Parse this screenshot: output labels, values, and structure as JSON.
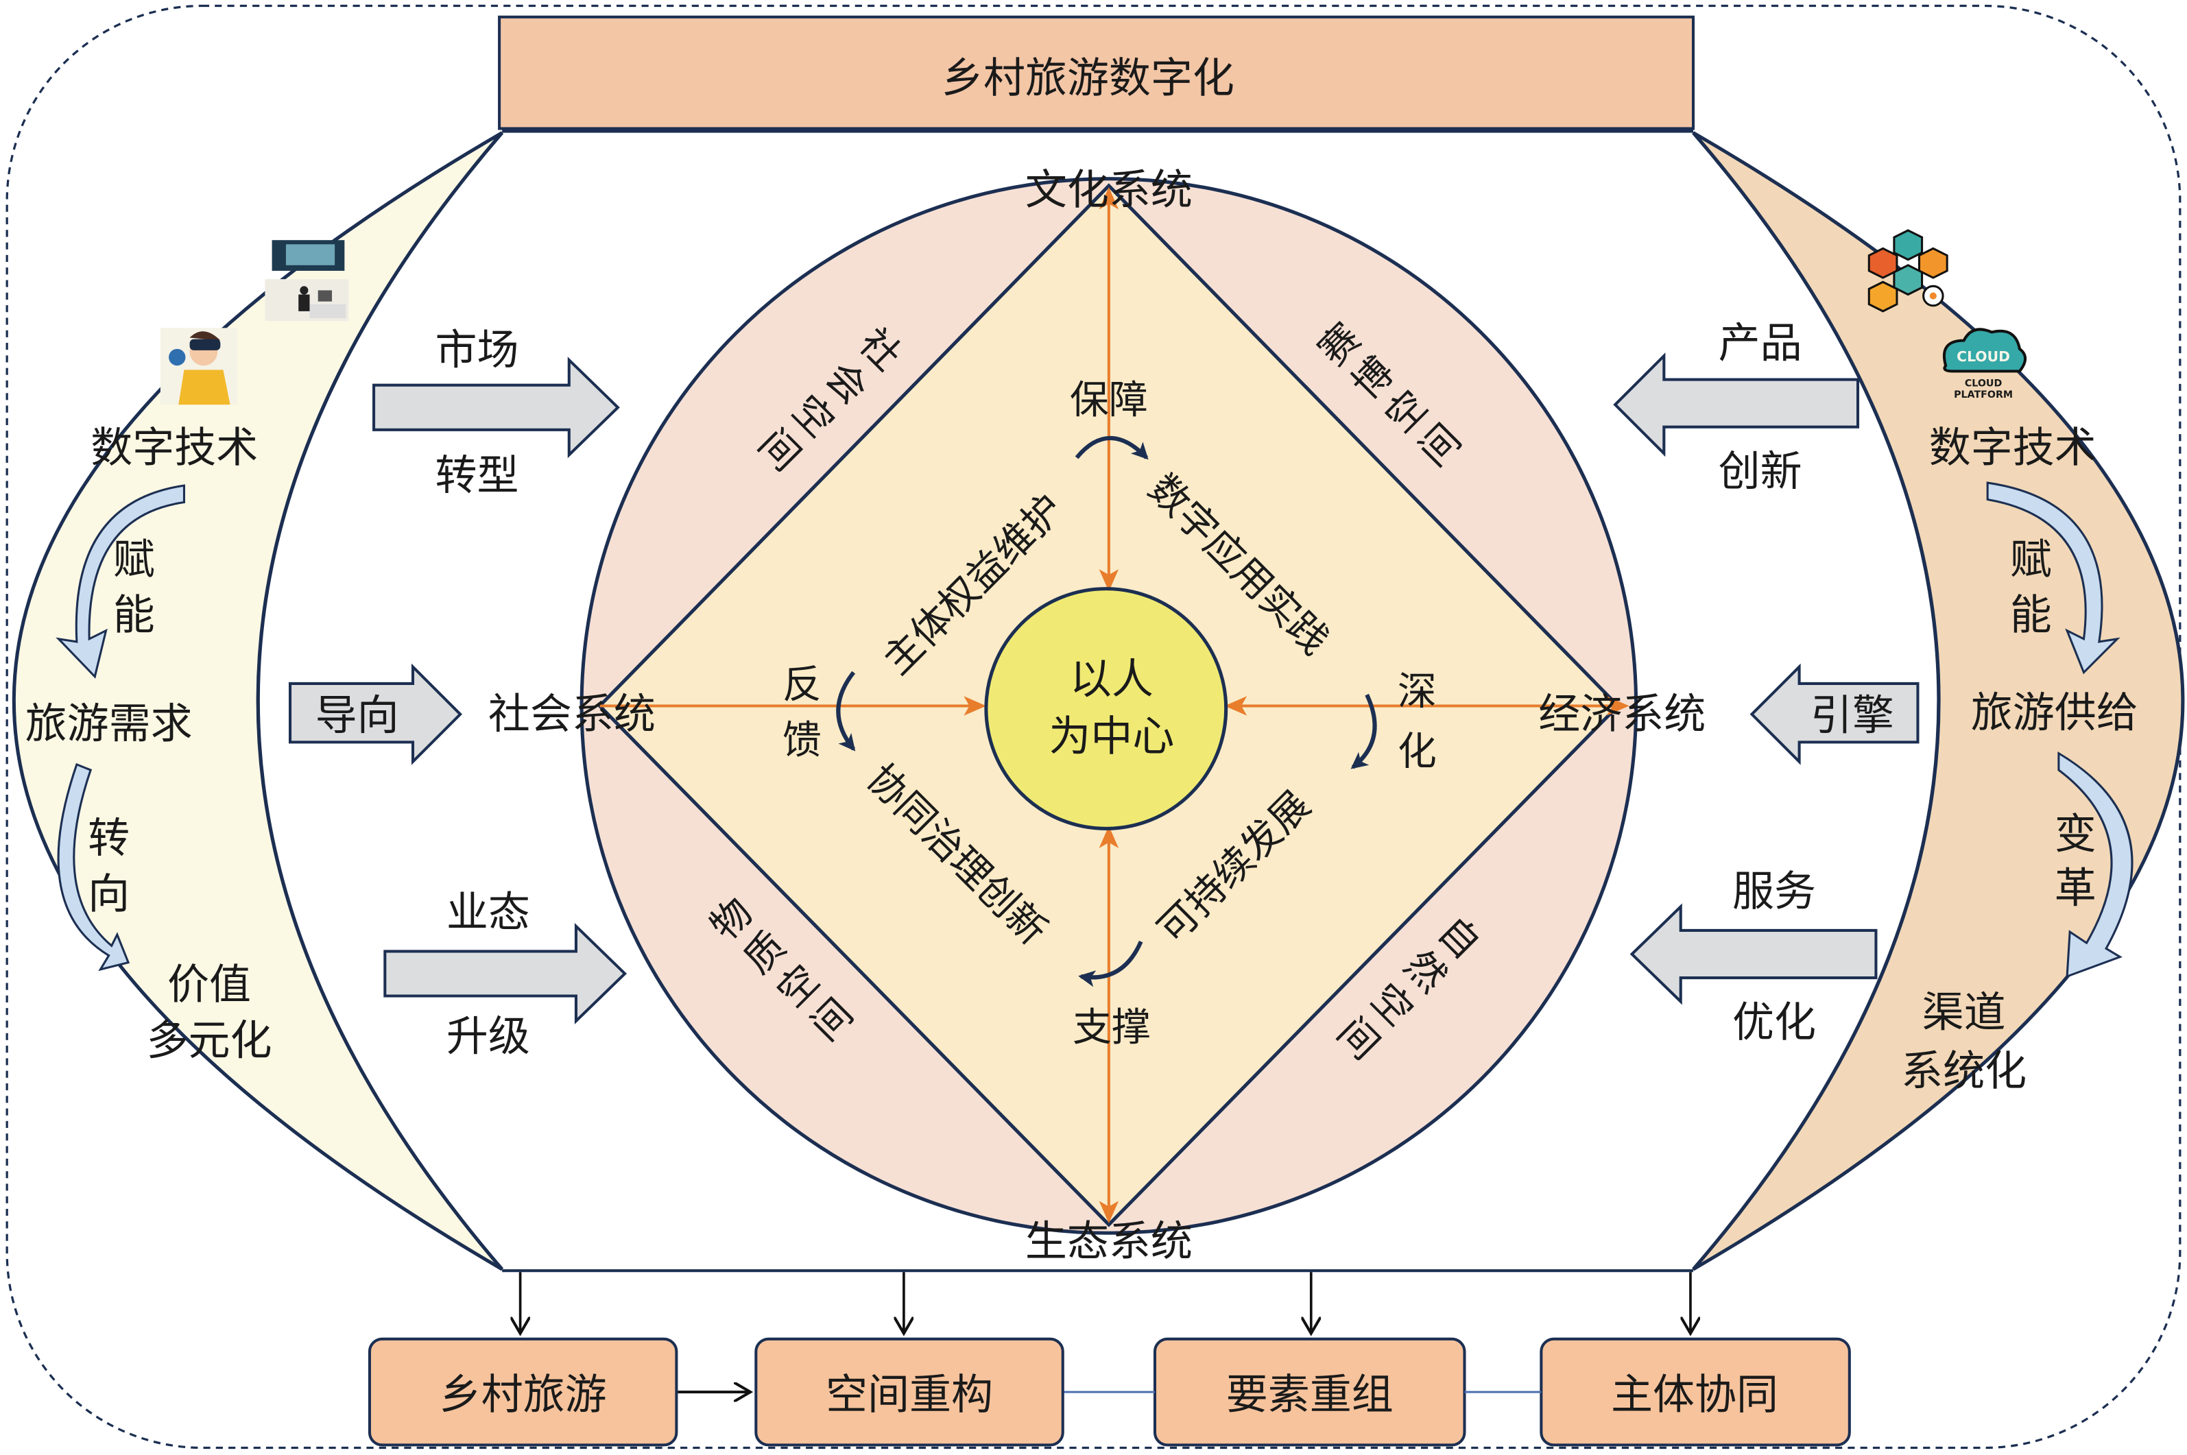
{
  "title": "乡村旅游数字化",
  "left": {
    "tech": "数字技术",
    "empower": [
      "赋",
      "能"
    ],
    "demand": "旅游需求",
    "turn": [
      "转",
      "向"
    ],
    "value": [
      "价值",
      "多元化"
    ]
  },
  "right": {
    "tech": "数字技术",
    "empower": [
      "赋",
      "能"
    ],
    "supply": "旅游供给",
    "change": [
      "变",
      "革"
    ],
    "channel": [
      "渠道",
      "系统化"
    ],
    "cloud_label": "CLOUD",
    "cloud_caption": [
      "CLOUD",
      "PLATFORM"
    ]
  },
  "middle_left": {
    "market": "市场",
    "transform": "转型",
    "guide": "导向",
    "format": "业态",
    "upgrade": "升级"
  },
  "middle_right": {
    "product": "产品",
    "innovation": "创新",
    "engine": "引擎",
    "service": "服务",
    "optimize": "优化"
  },
  "systems": {
    "culture": "文化系统",
    "society": "社会系统",
    "economy": "经济系统",
    "ecology": "生态系统"
  },
  "spaces": {
    "social": "社会空间",
    "cyber": "赛博空间",
    "material": "物质空间",
    "natural": "自然空间"
  },
  "inner": {
    "rights": "主体权益维护",
    "digital_practice": "数字应用实践",
    "governance": "协同治理创新",
    "sustainable": "可持续发展",
    "guarantee": "保障",
    "support": "支撑",
    "feedback": [
      "反",
      "馈"
    ],
    "deepen": [
      "深",
      "化"
    ],
    "center": [
      "以人",
      "为中心"
    ]
  },
  "outputs": [
    "乡村旅游",
    "空间重构",
    "要素重组",
    "主体协同"
  ],
  "colors": {
    "navy": "#1c2f52",
    "title_fill": "#f3c6a6",
    "left_crescent": "#fbf8e4",
    "right_crescent": "#f2d8b8",
    "circle": "#f6e0d4",
    "diamond": "#fbebc8",
    "center": "#f0ea74",
    "orange": "#e87d2c",
    "box": "#f6c39c",
    "gray_arrow": "#dcdddf",
    "blue_arrow": "#c9dcf0"
  }
}
